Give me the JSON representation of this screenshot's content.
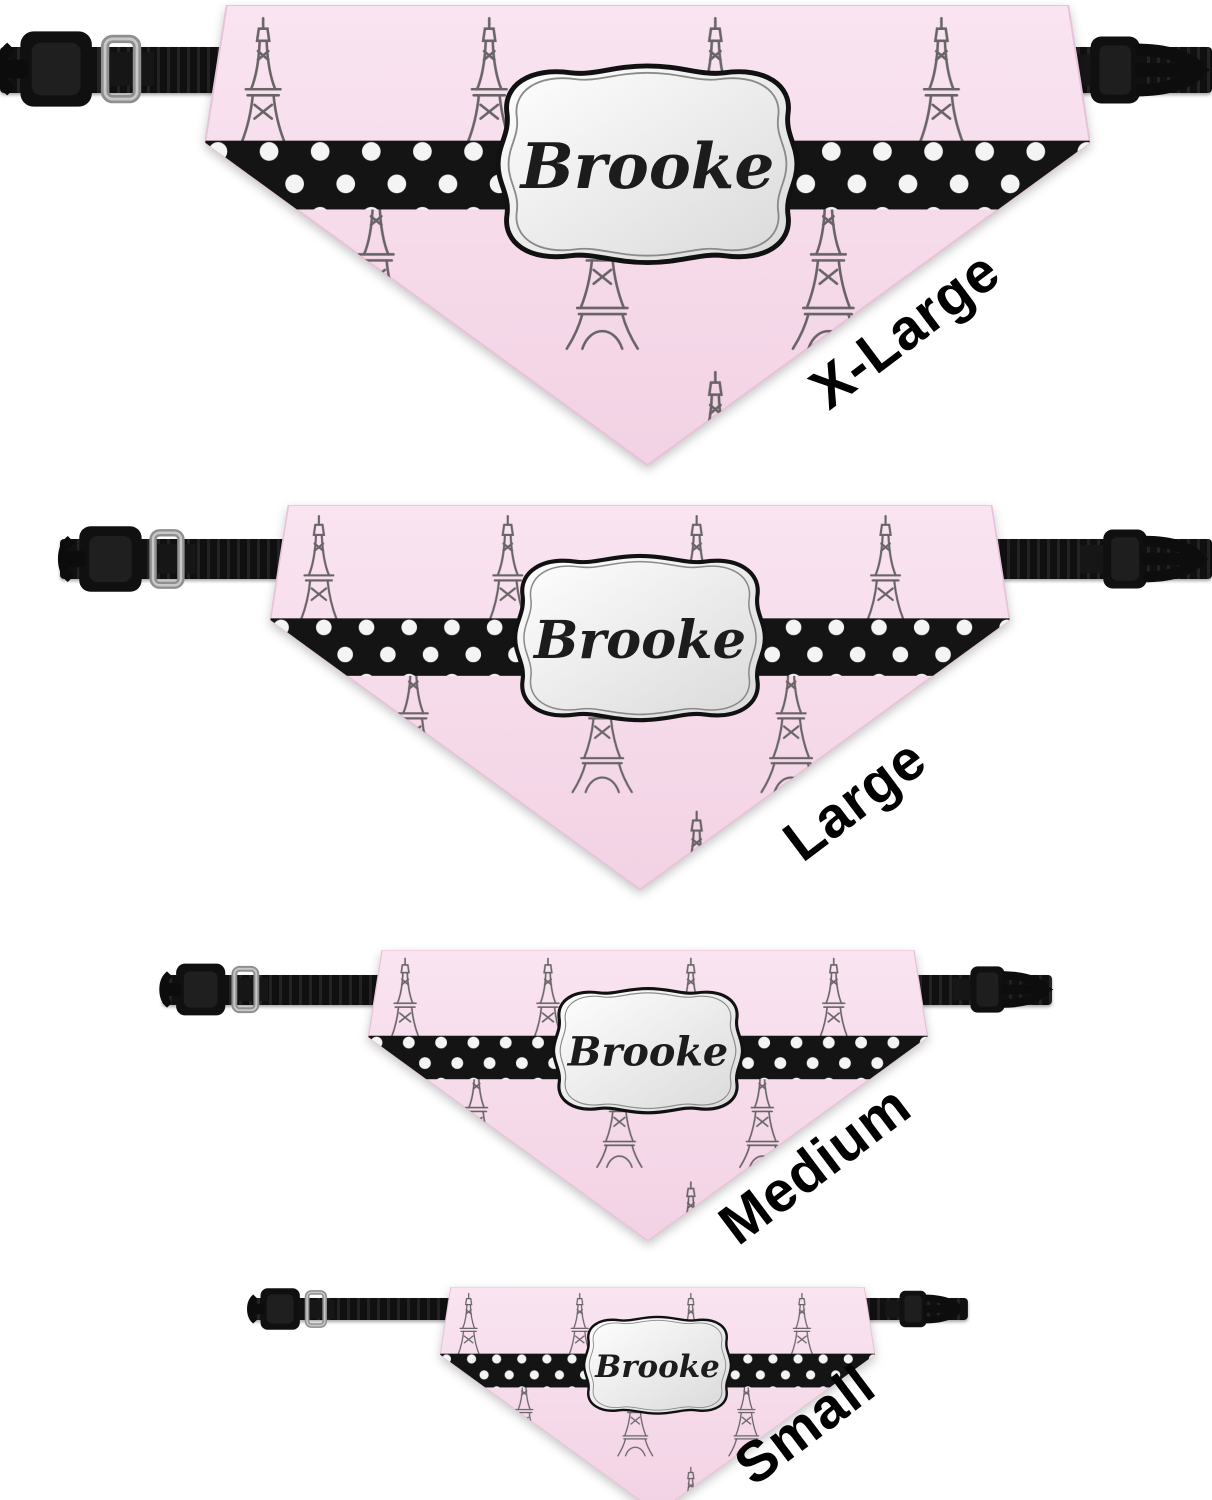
{
  "items": [
    {
      "size_label": "X-Large",
      "name": "Brooke"
    },
    {
      "size_label": "Large",
      "name": "Brooke"
    },
    {
      "size_label": "Medium",
      "name": "Brooke"
    },
    {
      "size_label": "Small",
      "name": "Brooke"
    }
  ],
  "colors": {
    "bandana_pink": "#f6dceb",
    "pattern_gray": "#4e4e4e",
    "band_black": "#141414",
    "dot_white": "#f4f4f4",
    "collar_black": "#101010",
    "ring_silver": "#8f8f8f",
    "label_silver": "#d9d9d9",
    "label_white": "#ffffff",
    "size_text_black": "#000000"
  }
}
